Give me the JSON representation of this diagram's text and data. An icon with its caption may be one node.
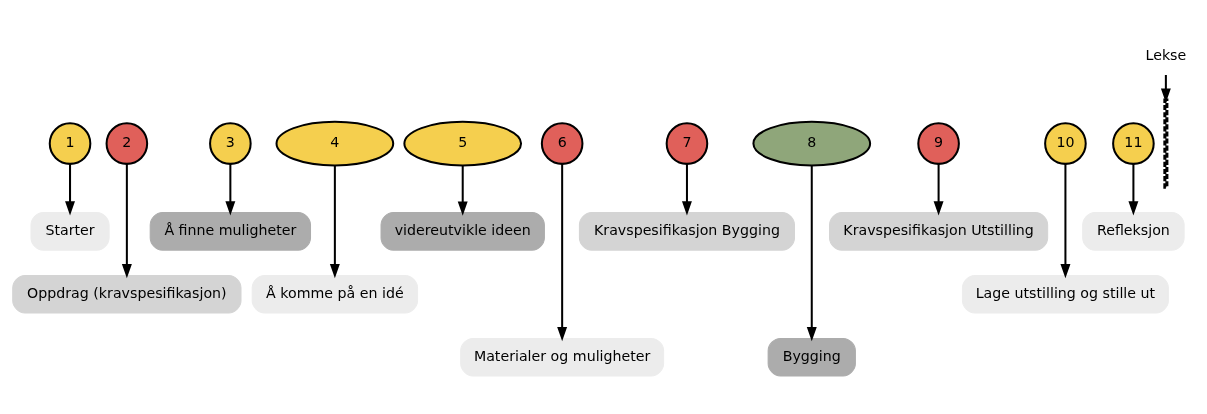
{
  "diagram": {
    "nodes": [
      {
        "text": [
          "1"
        ]
      },
      {
        "text": [
          "2"
        ]
      },
      {
        "text": [
          "3"
        ]
      },
      {
        "text": [
          "4"
        ]
      },
      {
        "text": [
          "5"
        ]
      },
      {
        "text": [
          "6"
        ]
      },
      {
        "text": [
          "7"
        ]
      },
      {
        "text": [
          "8"
        ]
      },
      {
        "text": [
          "9"
        ]
      },
      {
        "text": [
          "10"
        ]
      },
      {
        "text": [
          "11"
        ]
      },
      {
        "text": [
          "Starter"
        ]
      },
      {
        "text": [
          "Oppdrag (kravspesifikasjon)"
        ]
      },
      {
        "text": [
          "Å finne muligheter"
        ]
      },
      {
        "text": [
          "Å komme på en idé"
        ]
      },
      {
        "text": [
          "videreutvikle ideen"
        ]
      },
      {
        "text": [
          "Materialer og muligheter"
        ]
      },
      {
        "text": [
          "Kravspesifikasjon Bygging"
        ]
      },
      {
        "text": [
          "Bygging"
        ]
      },
      {
        "text": [
          "Kravspesifikasjon Utstilling"
        ]
      },
      {
        "text": [
          "Lage utstilling og stille ut"
        ]
      },
      {
        "text": [
          "Refleksjon"
        ]
      },
      {
        "text": [
          "Lekse"
        ]
      },
      {
        "text": [],
        "shape": "line"
      }
    ],
    "edges": [
      {
        "from": 0,
        "to": 11,
        "arrow": "to"
      },
      {
        "from": 1,
        "to": 12,
        "arrow": "to"
      },
      {
        "from": 2,
        "to": 13,
        "arrow": "to"
      },
      {
        "from": 3,
        "to": 14,
        "arrow": "to"
      },
      {
        "from": 4,
        "to": 15,
        "arrow": "to"
      },
      {
        "from": 5,
        "to": 16,
        "arrow": "to"
      },
      {
        "from": 6,
        "to": 17,
        "arrow": "to"
      },
      {
        "from": 7,
        "to": 18,
        "arrow": "to"
      },
      {
        "from": 8,
        "to": 19,
        "arrow": "to"
      },
      {
        "from": 9,
        "to": 20,
        "arrow": "to"
      },
      {
        "from": 10,
        "to": 21,
        "arrow": "to"
      },
      {
        "from": 22,
        "to": 23,
        "arrow": "to"
      }
    ]
  }
}
